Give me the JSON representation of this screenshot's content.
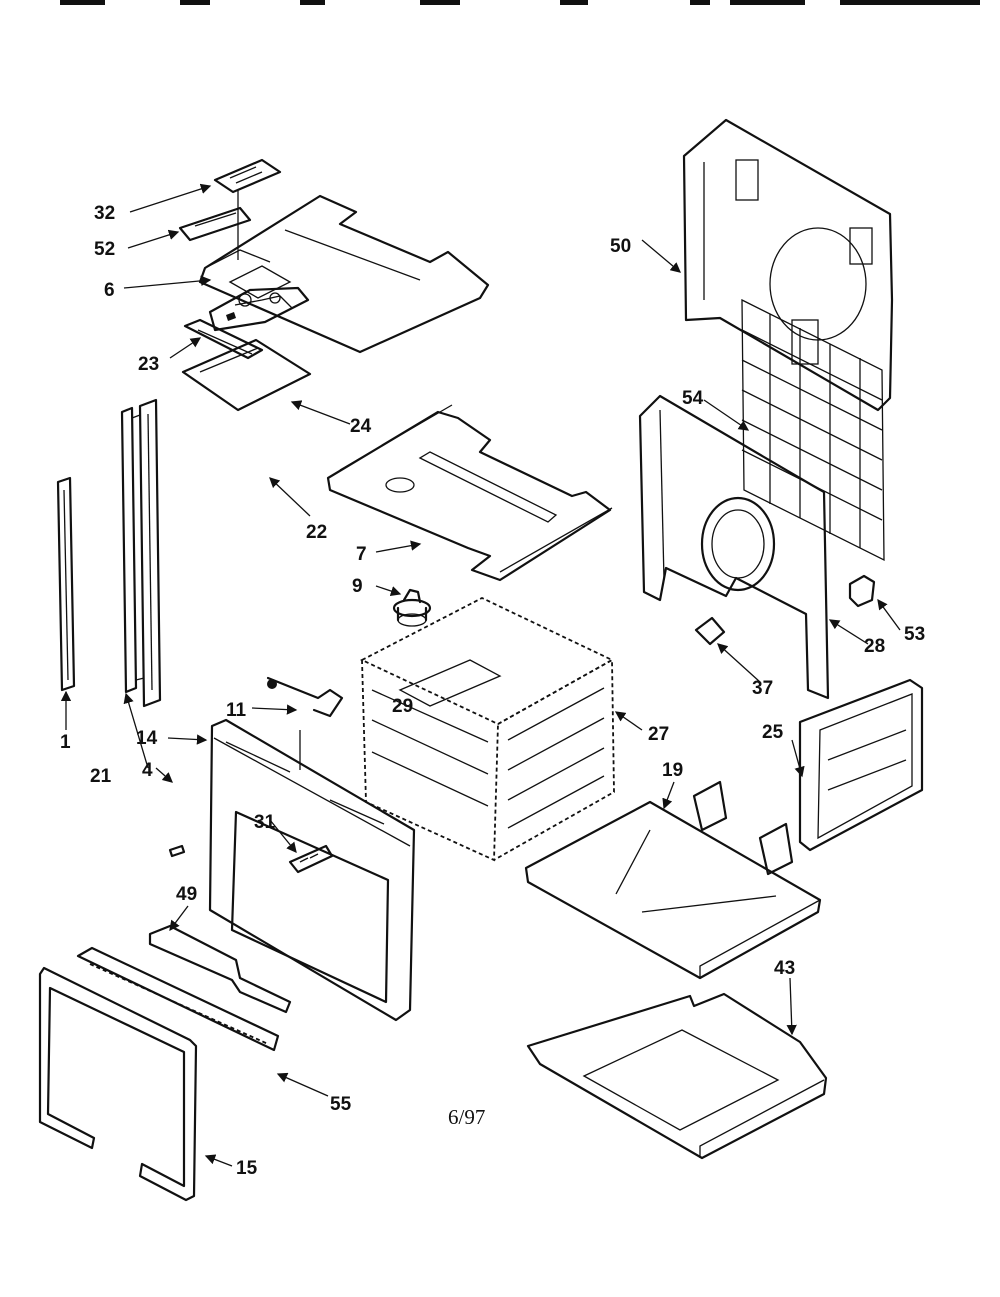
{
  "header": {
    "cut_text": ""
  },
  "footer": {
    "date": "6/97"
  },
  "labels": {
    "p1": "1",
    "p4": "4",
    "p6": "6",
    "p7": "7",
    "p9": "9",
    "p11": "11",
    "p14": "14",
    "p15": "15",
    "p19": "19",
    "p21": "21",
    "p22": "22",
    "p23": "23",
    "p24": "24",
    "p25": "25",
    "p27": "27",
    "p28": "28",
    "p29": "29",
    "p31": "31",
    "p32": "32",
    "p37": "37",
    "p43": "43",
    "p49": "49",
    "p50": "50",
    "p52": "52",
    "p53": "53",
    "p54": "54",
    "p55": "55"
  }
}
